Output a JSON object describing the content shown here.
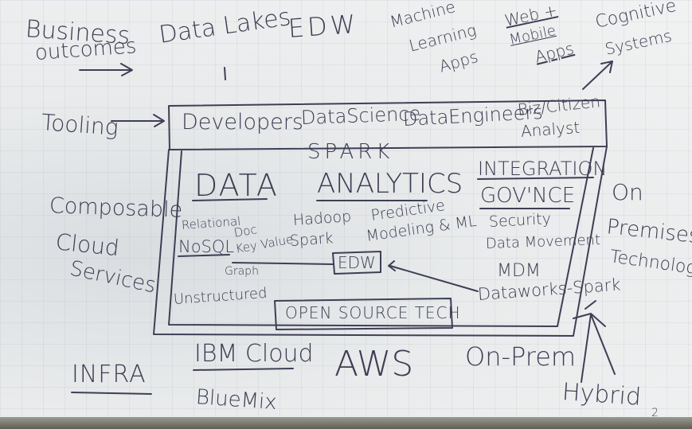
{
  "top_row": {
    "business_outcomes": [
      "Business",
      "outcomes"
    ],
    "data_lakes": "Data Lakes",
    "edw": "EDW",
    "ml_apps": [
      "Machine",
      "Learning",
      "Apps"
    ],
    "web_mobile_apps": [
      "Web +",
      "Mobile",
      "Apps"
    ],
    "cognitive_systems": [
      "Cognitive",
      "Systems"
    ]
  },
  "tooling": {
    "label": "Tooling",
    "developers": "Developers",
    "data_science": "DataScience",
    "data_engineers": "DataEngineers",
    "biz_citizen": [
      "Biz/Citizen",
      "Analyst"
    ]
  },
  "composable_cloud": [
    "Composable",
    "Cloud",
    "Services"
  ],
  "on_premises": [
    "On",
    "Premises",
    "Technology"
  ],
  "data": {
    "heading": "DATA",
    "relational": "Relational",
    "nosql": "NoSQL",
    "doc": "Doc",
    "key_value": "Key Value",
    "graph": "Graph",
    "unstructured": "Unstructured"
  },
  "spark": {
    "heading": "SPARK",
    "analytics": "ANALYTICS",
    "hadoop_spark": [
      "Hadoop",
      "Spark"
    ],
    "predictive": [
      "Predictive",
      "Modeling & ML"
    ],
    "edw_box": "EDW"
  },
  "integration": {
    "heading": [
      "INTEGRATION",
      "GOV'NCE"
    ],
    "security": "Security",
    "data_movement": "Data Movement",
    "mdm": "MDM",
    "dataworks": "Dataworks-Spark"
  },
  "open_source": "OPEN SOURCE TECH",
  "infra": {
    "label": "INFRA",
    "ibm_cloud": "IBM Cloud",
    "bluemix": "BlueMix",
    "aws": "AWS",
    "on_prem": "On-Prem",
    "hybrid": "Hybrid"
  },
  "corner_mark": "2"
}
